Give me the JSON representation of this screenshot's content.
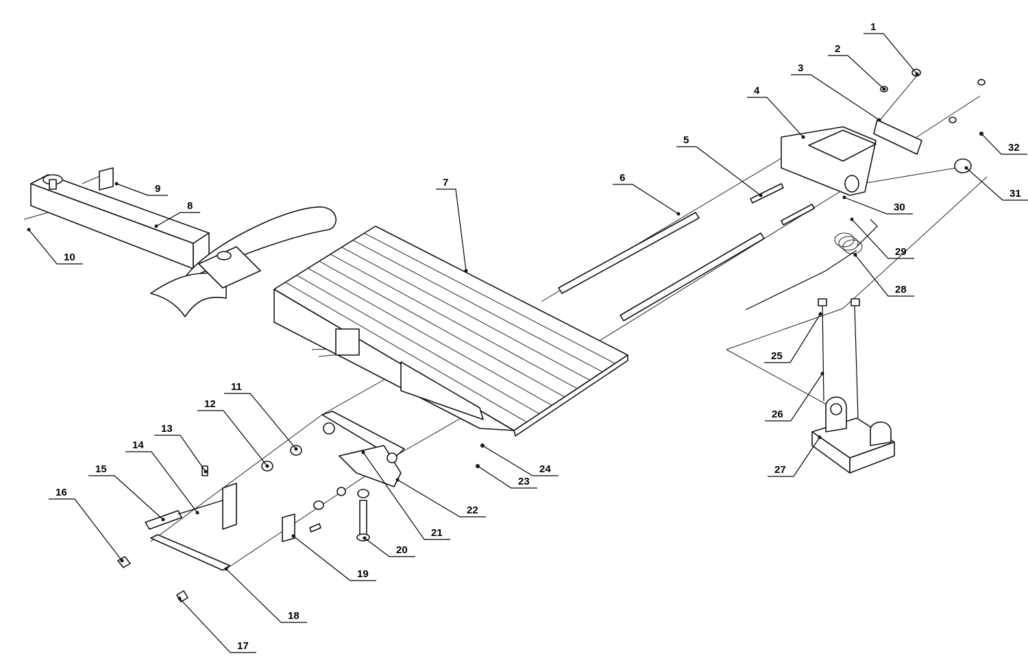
{
  "diagram": {
    "type": "exploded-parts-view",
    "callouts": [
      "1",
      "2",
      "3",
      "4",
      "5",
      "6",
      "7",
      "8",
      "9",
      "10",
      "11",
      "12",
      "13",
      "14",
      "15",
      "16",
      "17",
      "18",
      "19",
      "20",
      "21",
      "22",
      "23",
      "24",
      "25",
      "26",
      "27",
      "28",
      "29",
      "30",
      "31",
      "32"
    ],
    "line_color": "#111111",
    "background": "#ffffff"
  }
}
